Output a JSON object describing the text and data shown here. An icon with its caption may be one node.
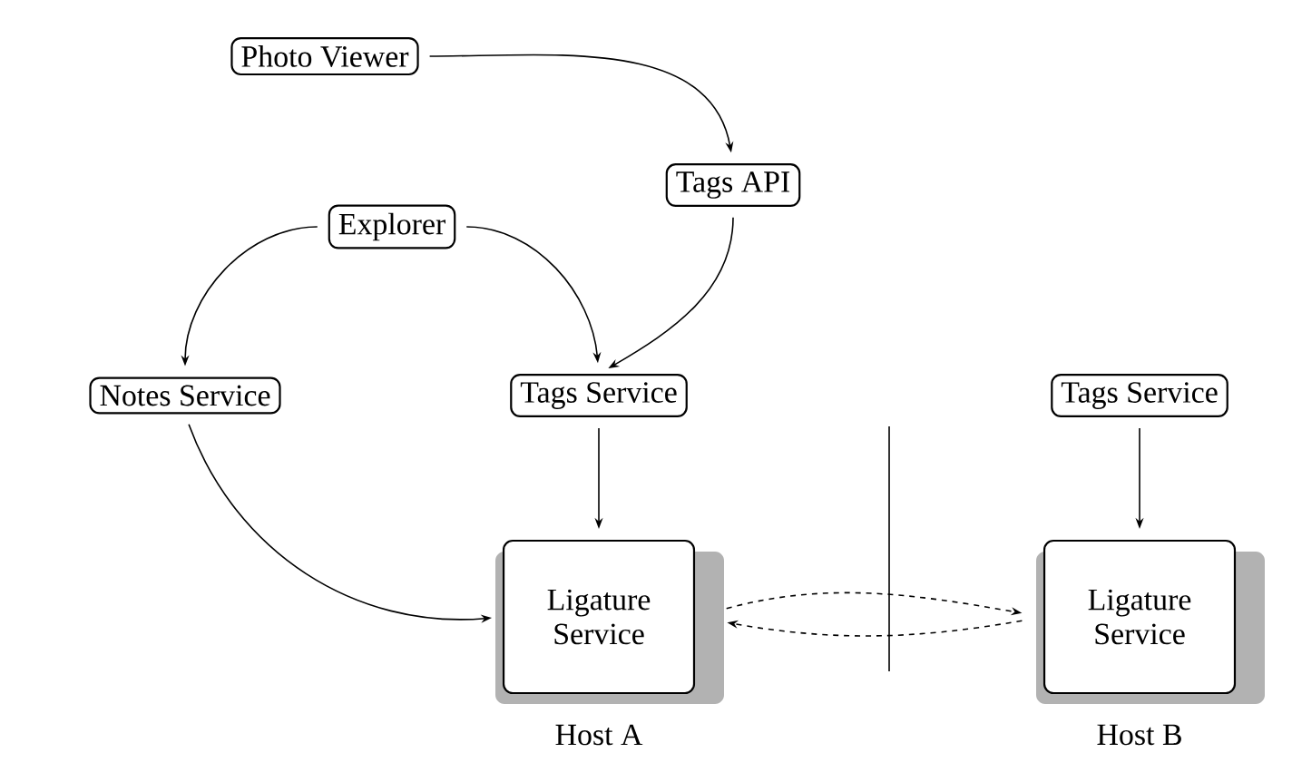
{
  "diagram": {
    "nodes": [
      {
        "text": [
          "Photo Viewer"
        ]
      },
      {
        "text": [
          "Tags API"
        ]
      },
      {
        "text": [
          "Explorer"
        ]
      },
      {
        "text": [
          "Notes Service"
        ]
      },
      {
        "text": [
          "Tags Service"
        ]
      },
      {
        "text": [
          "Ligature Service"
        ]
      },
      {
        "text": [
          "Tags Service"
        ]
      },
      {
        "text": [
          "Ligature Service"
        ]
      }
    ],
    "edges": [
      {
        "from": 0,
        "to": 1,
        "arrow": "to"
      },
      {
        "from": 2,
        "to": 3,
        "arrow": "to"
      },
      {
        "from": 2,
        "to": 4,
        "arrow": "to"
      },
      {
        "from": 1,
        "to": 4,
        "arrow": "to"
      },
      {
        "from": 3,
        "to": 5,
        "arrow": "to"
      },
      {
        "from": 4,
        "to": 5,
        "arrow": "to"
      },
      {
        "from": 6,
        "to": 7,
        "arrow": "to"
      },
      {
        "from": 5,
        "to": 7,
        "arrow": "to",
        "style": "dashed"
      },
      {
        "from": 7,
        "to": 5,
        "arrow": "to",
        "style": "dashed"
      }
    ],
    "labels": [
      "Host A",
      "Host B"
    ]
  }
}
